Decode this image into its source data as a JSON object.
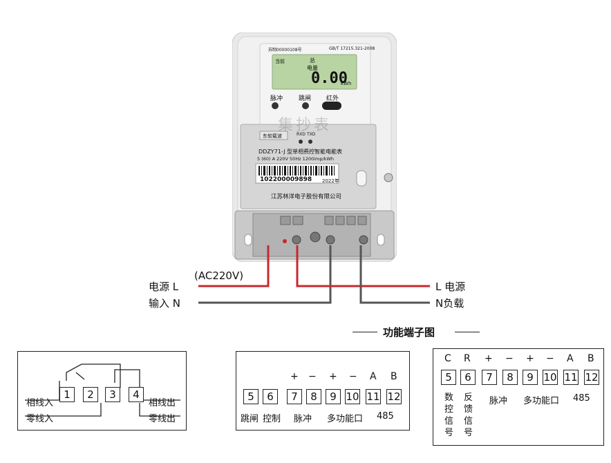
{
  "meter": {
    "cert": "苏制00000108号",
    "standard": "GB/T 17215.321-2008",
    "lcd_top_left": "当前",
    "lcd_top_center": "总",
    "lcd_label": "电量",
    "lcd_value": "0.00",
    "lcd_unit": "kWh",
    "btn_pulse": "脉冲",
    "btn_trip": "跳闸",
    "btn_ir": "红外",
    "watermark": "集抄表",
    "module_brand": "东软载波",
    "rxd": "RXD",
    "txd": "TXD",
    "model": "DDZY71-J 型单相费控智能电能表",
    "spec": "5 (60) A 220V 50Hz 1200imp/kWh",
    "barcode_number": "102200009898",
    "year": "2022年",
    "company": "江苏林洋电子股份有限公司"
  },
  "wiring": {
    "ac": "(AC220V)",
    "left_top": "电源 L",
    "left_bottom": "输入 N",
    "right_top": "L 电源",
    "right_bottom": "N负载",
    "colors": {
      "live": "#c8282d",
      "neutral": "#555555"
    }
  },
  "function_title": "功能端子图",
  "diagram1": {
    "terminals": [
      "1",
      "2",
      "3",
      "4"
    ],
    "in_phase": "相线入",
    "in_neutral": "零线入",
    "out_phase": "相线出",
    "out_neutral": "零线出"
  },
  "diagram2": {
    "terminals": [
      "5",
      "6",
      "7",
      "8",
      "9",
      "10",
      "11",
      "12"
    ],
    "signs": [
      "+",
      "−",
      "+",
      "−",
      "A",
      "B"
    ],
    "labels": {
      "trip": "跳闸",
      "control": "控制",
      "pulse": "脉冲",
      "multi": "多功能口",
      "rs485": "485"
    }
  },
  "diagram3": {
    "top": [
      "C",
      "R",
      "+",
      "−",
      "+",
      "−",
      "A",
      "B"
    ],
    "terminals": [
      "5",
      "6",
      "7",
      "8",
      "9",
      "10",
      "11",
      "12"
    ],
    "col5": [
      "数",
      "控",
      "信",
      "号"
    ],
    "col6": [
      "反",
      "馈",
      "信",
      "号"
    ],
    "pulse": "脉冲",
    "multi": "多功能口",
    "rs485": "485"
  }
}
